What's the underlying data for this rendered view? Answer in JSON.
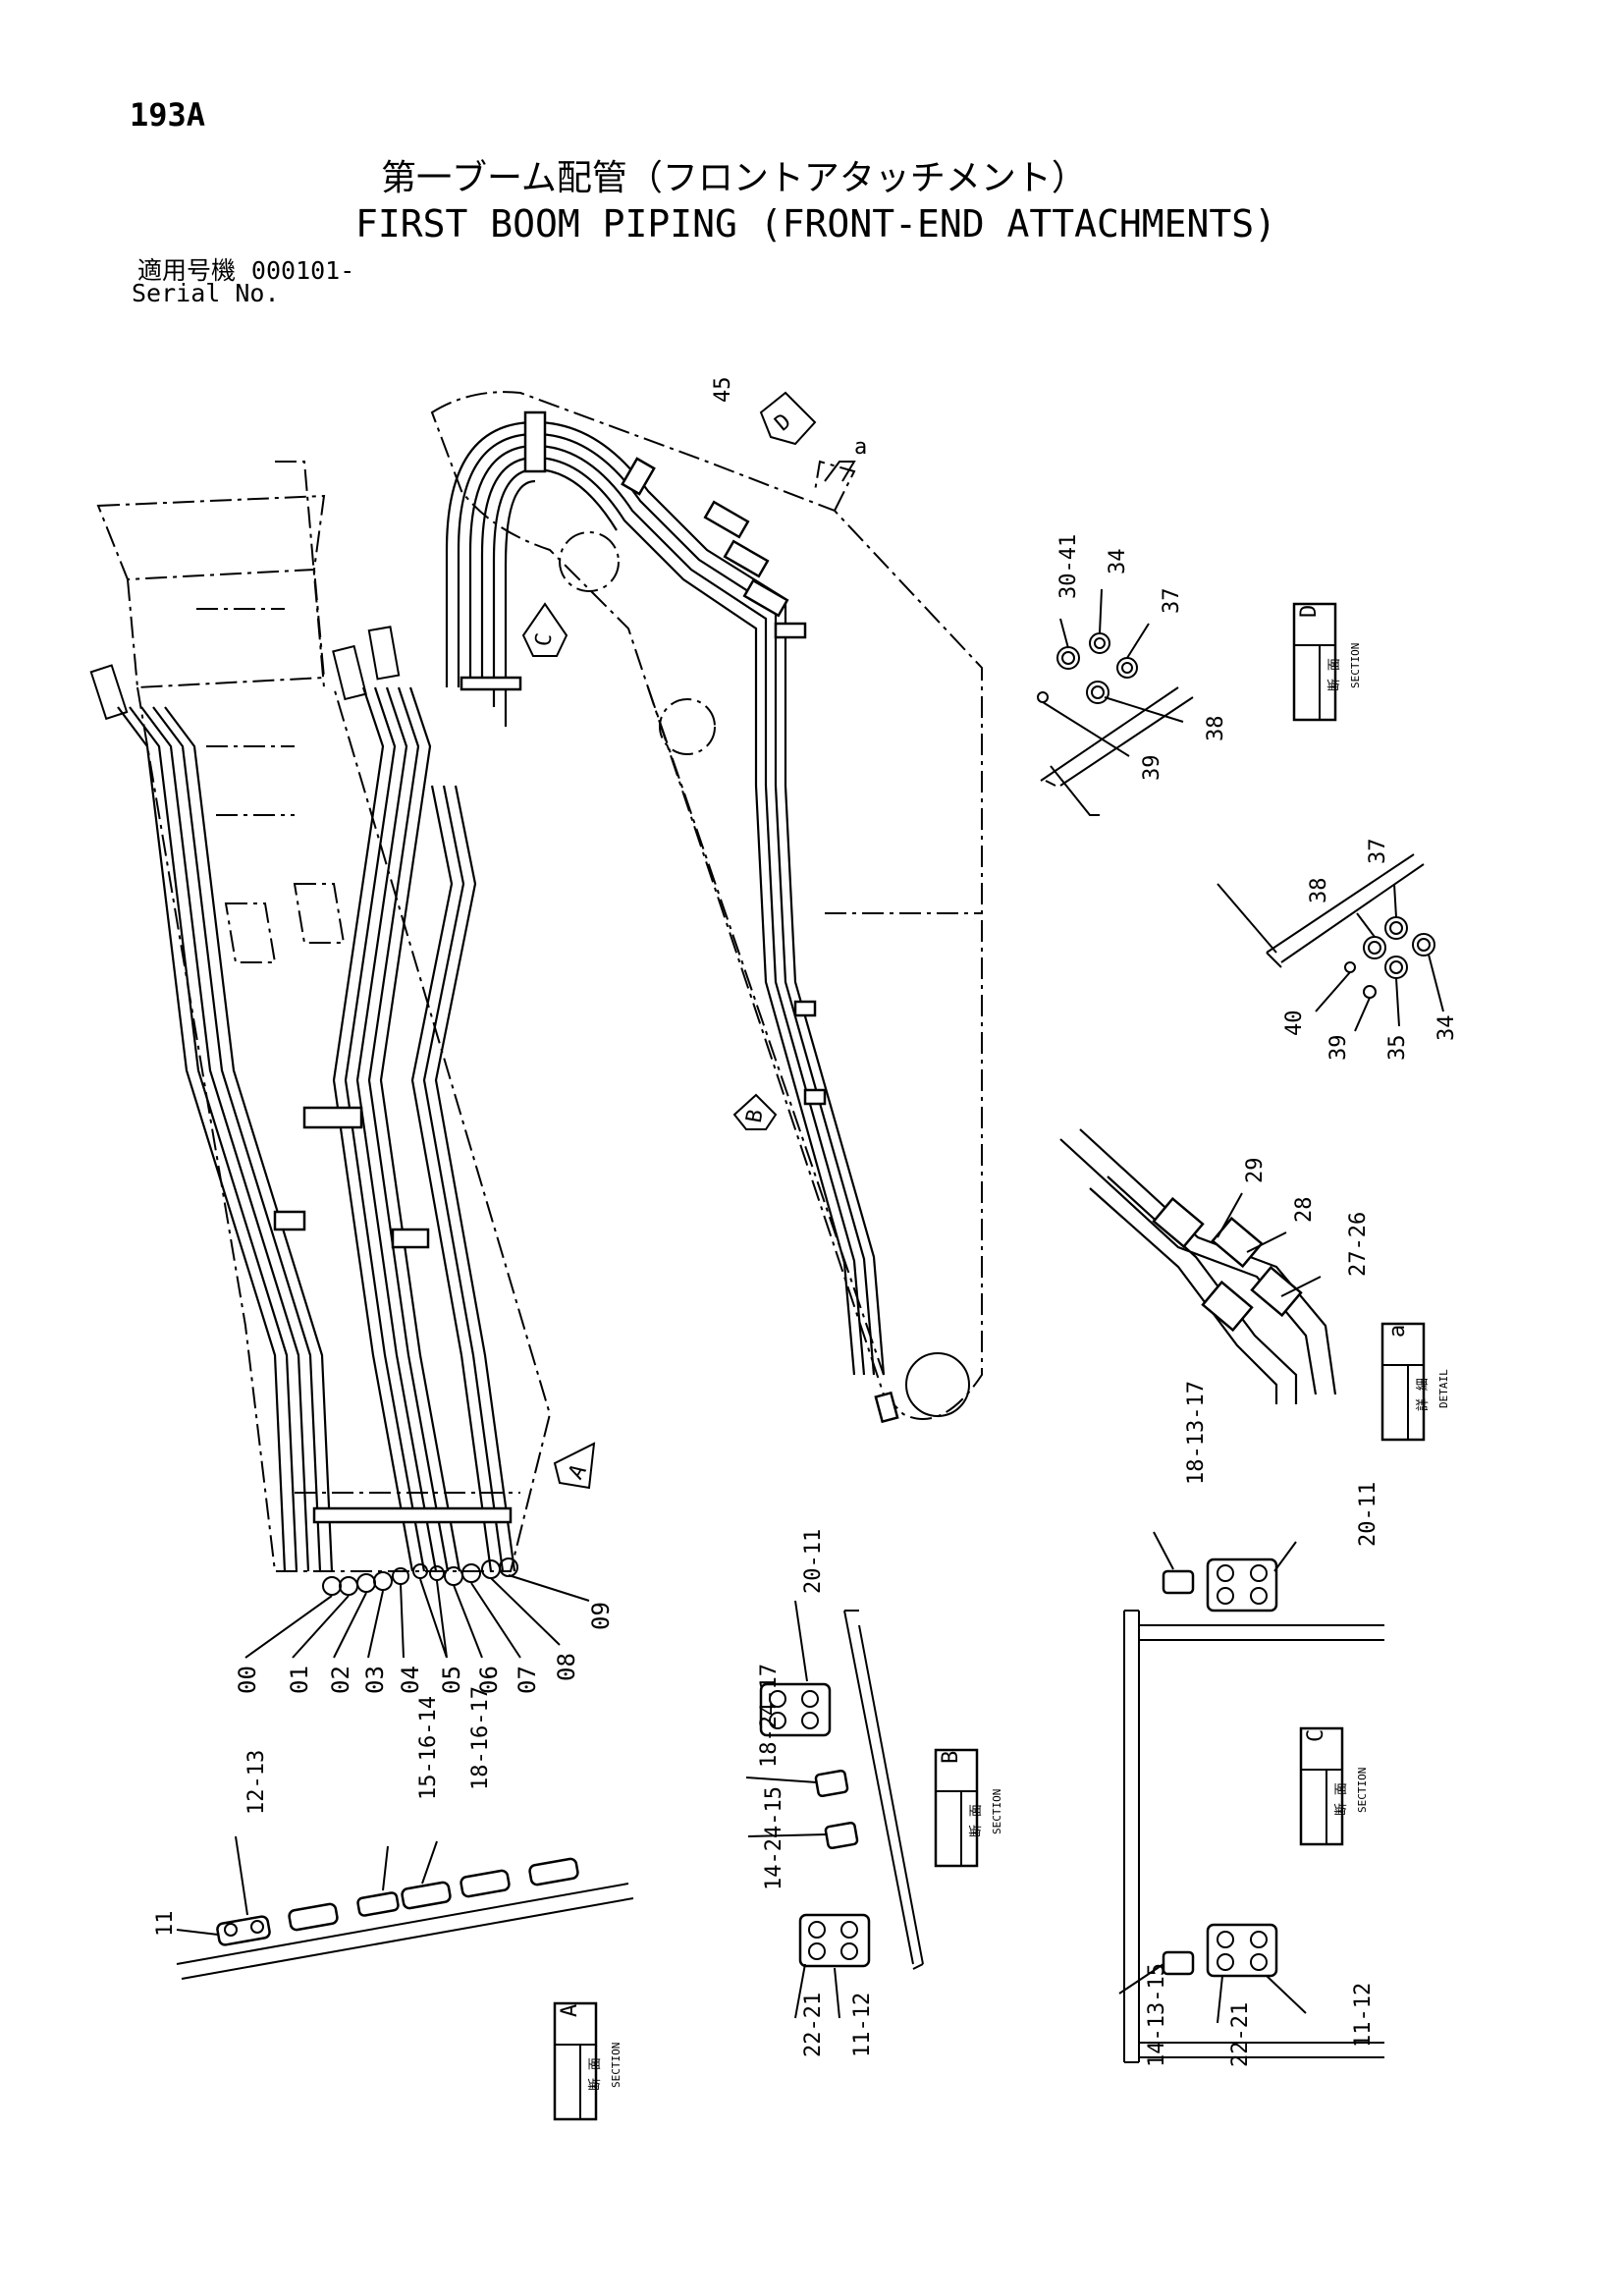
{
  "header": {
    "page_code": "193A",
    "title_jp": "第一ブーム配管（フロントアタッチメント）",
    "title_en": "FIRST BOOM PIPING (FRONT-END ATTACHMENTS)",
    "serial_label_jp": "適用号機",
    "serial_value": "000101-",
    "serial_label_en": "Serial No."
  },
  "view_arrows": [
    {
      "letter": "A"
    },
    {
      "letter": "B"
    },
    {
      "letter": "C"
    },
    {
      "letter": "D"
    }
  ],
  "detail_marker": "a",
  "callouts": {
    "top": [
      "45"
    ],
    "pipe_ends": [
      "00",
      "01",
      "02",
      "03",
      "04",
      "05",
      "06",
      "07",
      "08",
      "09"
    ],
    "section_d": [
      "30-41",
      "34",
      "37",
      "38",
      "39"
    ],
    "section_d_lower": [
      "38",
      "37",
      "40",
      "39",
      "35",
      "34"
    ],
    "detail_a": [
      "29",
      "28",
      "27-26"
    ],
    "section_a": [
      "12-13",
      "15-16-14",
      "18-16-17",
      "11"
    ],
    "section_b": [
      "20-11",
      "18-24-17",
      "14-24-15",
      "22-21",
      "11-12"
    ],
    "section_c": [
      "18-13-17",
      "20-11",
      "14-13-15",
      "22-21",
      "11-12"
    ]
  },
  "section_boxes": [
    {
      "jp": "断 面",
      "en": "SECTION",
      "letter": "D"
    },
    {
      "jp": "詳 細",
      "en": "DETAIL",
      "letter": "a"
    },
    {
      "jp": "断 面",
      "en": "SECTION",
      "letter": "B"
    },
    {
      "jp": "断 面",
      "en": "SECTION",
      "letter": "C"
    },
    {
      "jp": "断 面",
      "en": "SECTION",
      "letter": "A"
    }
  ]
}
